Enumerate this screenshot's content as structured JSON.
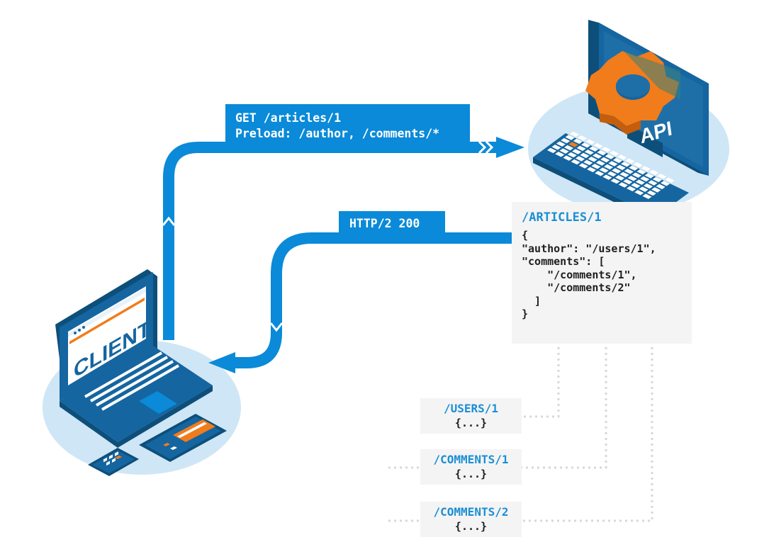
{
  "diagram": {
    "request_label": {
      "line1": "GET /articles/1",
      "line2": "Preload: /author, /comments/*"
    },
    "response_label": "HTTP/2 200",
    "client_label": "CLIENT",
    "server_label": "API",
    "article_card": {
      "title": "/ARTICLES/1",
      "body": "{\n\"author\": \"/users/1\",\n\"comments\": [\n    \"/comments/1\",\n    \"/comments/2\"\n  ]\n}"
    },
    "pushed_resources": [
      {
        "title": "/USERS/1",
        "body": "{...}"
      },
      {
        "title": "/COMMENTS/1",
        "body": "{...}"
      },
      {
        "title": "/COMMENTS/2",
        "body": "{...}"
      }
    ],
    "colors": {
      "accent_blue": "#0a8ad8",
      "light_blue": "#cfe6f6",
      "device_dark": "#0d4f7a",
      "device_mid": "#1565a0",
      "orange": "#f07c1c",
      "card_gray": "#f4f4f4"
    },
    "icons": [
      "laptop-icon",
      "tablet-icon",
      "phone-icon",
      "desktop-monitor-icon",
      "keyboard-icon",
      "gear-icon",
      "arrow-icon"
    ]
  }
}
